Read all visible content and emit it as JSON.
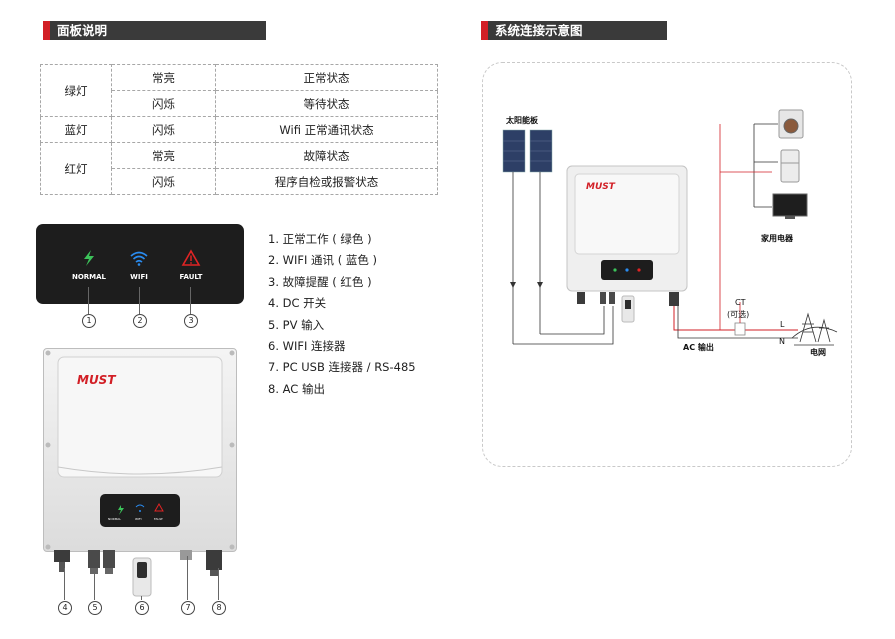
{
  "panel_section": {
    "title": "面板说明"
  },
  "system_section": {
    "title": "系统连接示意图"
  },
  "status_table": {
    "rows": [
      {
        "led": "绿灯",
        "mode": "常亮",
        "status": "正常状态"
      },
      {
        "led": "",
        "mode": "闪烁",
        "status": "等待状态"
      },
      {
        "led": "蓝灯",
        "mode": "闪烁",
        "status": "Wifi 正常通讯状态"
      },
      {
        "led": "红灯",
        "mode": "常亮",
        "status": "故障状态"
      },
      {
        "led": "",
        "mode": "闪烁",
        "status": "程序自检或报警状态"
      }
    ]
  },
  "led_panel": {
    "items": [
      {
        "label": "NORMAL",
        "icon": "lightning-icon",
        "color": "#3cc35a",
        "callout": "1"
      },
      {
        "label": "WIFI",
        "icon": "wifi-icon",
        "color": "#2a8cf0",
        "callout": "2"
      },
      {
        "label": "FAULT",
        "icon": "warning-icon",
        "color": "#e02424",
        "callout": "3"
      }
    ]
  },
  "parts_list": [
    "1.  正常工作 ( 绿色 )",
    "2.  WIFI 通讯 ( 蓝色 )",
    "3.  故障提醒 ( 红色 )",
    "4.  DC 开关",
    "5.  PV 输入",
    "6.  WIFI 连接器",
    "7.  PC USB 连接器 / RS-485",
    "8.  AC 输出"
  ],
  "inverter": {
    "brand": "MUST",
    "panel_labels": [
      "NORMAL",
      "WIFI",
      "FAULT"
    ]
  },
  "bottom_callouts": [
    "4",
    "5",
    "6",
    "7",
    "8"
  ],
  "diagram": {
    "solar_label": "太阳能板",
    "appliance_label": "家用电器",
    "ct_label": "CT",
    "ct_optional": "(可选)",
    "ac_label": "AC 输出",
    "l_label": "L",
    "n_label": "N",
    "grid_label": "电网",
    "brand": "MUST"
  },
  "colors": {
    "accent_red": "#d21f26",
    "bar_dark": "#3a3a3a"
  }
}
